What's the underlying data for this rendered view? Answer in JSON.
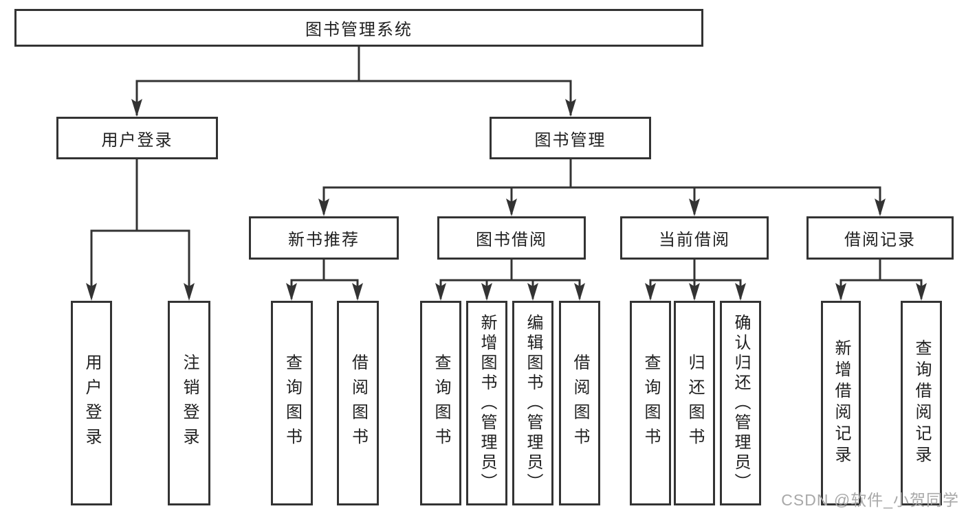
{
  "diagram": {
    "root": "图书管理系统",
    "branches": [
      {
        "label": "用户登录",
        "children": [
          {
            "label": "用户登录"
          },
          {
            "label": "注销登录"
          }
        ]
      },
      {
        "label": "图书管理",
        "children": [
          {
            "label": "新书推荐",
            "children": [
              {
                "label": "查询图书"
              },
              {
                "label": "借阅图书"
              }
            ]
          },
          {
            "label": "图书借阅",
            "children": [
              {
                "label": "查询图书"
              },
              {
                "label": "新增图书（管理员）"
              },
              {
                "label": "编辑图书（管理员）"
              },
              {
                "label": "借阅图书"
              }
            ]
          },
          {
            "label": "当前借阅",
            "children": [
              {
                "label": "查询图书"
              },
              {
                "label": "归还图书"
              },
              {
                "label": "确认归还（管理员）"
              }
            ]
          },
          {
            "label": "借阅记录",
            "children": [
              {
                "label": "新增借阅记录"
              },
              {
                "label": "查询借阅记录"
              }
            ]
          }
        ]
      }
    ]
  },
  "watermark": {
    "text": "CSDN @软件_小贺同学"
  },
  "colors": {
    "line": "#333333",
    "box_border": "#333333",
    "box_background": "#ffffff",
    "text": "#1f1f1f",
    "watermark": "#a8a8a8"
  }
}
